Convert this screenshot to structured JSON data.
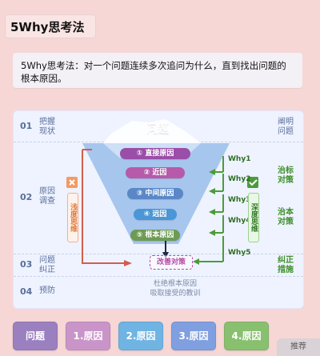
{
  "header": {
    "title": "5Why思考法"
  },
  "intro": {
    "line1": "5Why思考法：对一个问题连续多次追问为什么，直到找出问题的",
    "line2": "根本原因。"
  },
  "diagram": {
    "top_title": "问题",
    "left_rows": [
      {
        "num": "01",
        "label_l1": "把握",
        "label_l2": "现状"
      },
      {
        "num": "02",
        "label_l1": "原因",
        "label_l2": "调查"
      },
      {
        "num": "03",
        "label_l1": "问题",
        "label_l2": "纠正"
      },
      {
        "num": "04",
        "label_l1": "预防",
        "label_l2": ""
      }
    ],
    "right_rows": [
      {
        "label_l1": "阐明",
        "label_l2": "问题"
      },
      {
        "label_l1": "治标",
        "label_l2": "对策"
      },
      {
        "label_l1": "治本",
        "label_l2": "对策"
      },
      {
        "label_l1": "纠正",
        "label_l2": "措施"
      }
    ],
    "causes": [
      {
        "text": "① 直接原因",
        "color": "#9a4ea8"
      },
      {
        "text": "② 近因",
        "color": "#b65aa9"
      },
      {
        "text": "③ 中间原因",
        "color": "#5a88c7"
      },
      {
        "text": "④ 远因",
        "color": "#4a96d6"
      },
      {
        "text": "⑤ 根本原因",
        "color": "#6d9b54"
      }
    ],
    "whys": [
      "Why1",
      "Why2",
      "Why3",
      "Why4",
      "Why5"
    ],
    "shallow": {
      "text": "浅度思维",
      "color": "#f08a4d"
    },
    "deep": {
      "text": "深度思维",
      "color": "#3f8f2b"
    },
    "fix": "改善对策",
    "caption_l1": "杜绝根本原因",
    "caption_l2": "吸取接受的教训"
  },
  "tabs": [
    {
      "label": "问题",
      "color": "#9b80c0"
    },
    {
      "label": "1.原因",
      "color": "#c995c9"
    },
    {
      "label": "2.原因",
      "color": "#6fb4e3"
    },
    {
      "label": "3.原因",
      "color": "#7f9fe0"
    },
    {
      "label": "4.原因",
      "color": "#89c06f"
    }
  ],
  "corner": "推荐"
}
